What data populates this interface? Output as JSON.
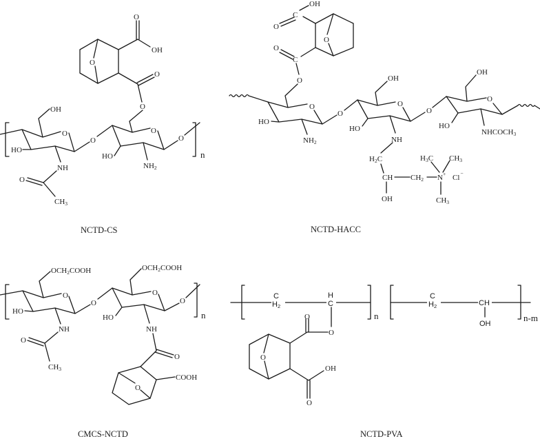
{
  "figure": {
    "structures": [
      {
        "id": "nctd-cs",
        "caption": "NCTD-CS",
        "atoms": {
          "cooh_o": "O",
          "cooh_oh": "OH",
          "bridge_o": "O",
          "ester_o_dbl": "O",
          "ester_o": "O",
          "ring1_ch2oh": "OH",
          "ring1_o": "O",
          "ring1_ho": "HO",
          "ring1_nh": "NH",
          "acetyl_o": "O",
          "acetyl_ch3": "CH",
          "acetyl_ch3_sub": "3",
          "glyco_o": "O",
          "ring2_o": "O",
          "ring2_ho": "HO",
          "ring2_nh2": "NH",
          "ring2_nh2_sub": "2",
          "end_o": "O",
          "repeat": "n"
        }
      },
      {
        "id": "nctd-hacc",
        "caption": "NCTD-HACC",
        "atoms": {
          "cooh_oh": "OH",
          "cooh_c": "C",
          "cooh_o": "O",
          "bridge_o": "O",
          "ester_o_dbl": "O",
          "ester_c": "C",
          "ester_o": "O",
          "ring1_o": "O",
          "ring1_ho": "HO",
          "ring1_nh2": "NH",
          "ring1_nh2_sub": "2",
          "glyco1_o": "O",
          "ring2_oh": "OH",
          "ring2_o": "O",
          "ring2_ho": "HO",
          "ring2_nh": "NH",
          "glyco2_o": "O",
          "ring3_oh": "OH",
          "ring3_o": "O",
          "ring3_ho": "HO",
          "ring3_nhcoch3": "NHCOCH",
          "ring3_nhcoch3_sub": "3",
          "h2c": "H",
          "h2c_sub": "2",
          "h2c_c": "C",
          "ch": "CH",
          "oh": "OH",
          "ch2": "CH",
          "ch2_sub": "2",
          "n_plus": "N",
          "n_plus_sup": "+",
          "h3c": "H",
          "h3c_sub": "3",
          "h3c_c": "C",
          "ch3_a": "CH",
          "ch3_a_sub": "3",
          "ch3_b": "CH",
          "ch3_b_sub": "3",
          "cl": "Cl",
          "cl_sup": "−"
        }
      },
      {
        "id": "cmcs-nctd",
        "caption": "CMCS-NCTD",
        "atoms": {
          "ring1_ocm": "OCH",
          "ring1_ocm_sub": "2",
          "ring1_ocm_tail": "COOH",
          "ring1_o": "O",
          "ring1_ho": "HO",
          "ring1_nh": "NH",
          "acetyl_o": "O",
          "acetyl_ch3": "CH",
          "acetyl_ch3_sub": "3",
          "glyco_o": "O",
          "ring2_ocm": "OCH",
          "ring2_ocm_sub": "2",
          "ring2_ocm_tail": "COOH",
          "ring2_o": "O",
          "ring2_ho": "HO",
          "ring2_nh": "NH",
          "amide_o": "O",
          "cooh": "COOH",
          "bridge_o": "O",
          "end_o": "O",
          "repeat": "n"
        }
      },
      {
        "id": "nctd-pva",
        "caption": "NCTD-PVA",
        "atoms": {
          "ch2_c": "C",
          "ch2_h": "H",
          "ch2_sub": "2",
          "ch_h": "H",
          "ch_c": "C",
          "ester_o": "O",
          "ester_o_dbl": "O",
          "bridge_o": "O",
          "cooh_oh": "OH",
          "cooh_o": "O",
          "repeat1": "n",
          "ch2b_c": "C",
          "ch2b_h": "H",
          "ch2b_sub": "2",
          "chb": "CH",
          "ohb": "OH",
          "repeat2": "n-m"
        }
      }
    ]
  }
}
